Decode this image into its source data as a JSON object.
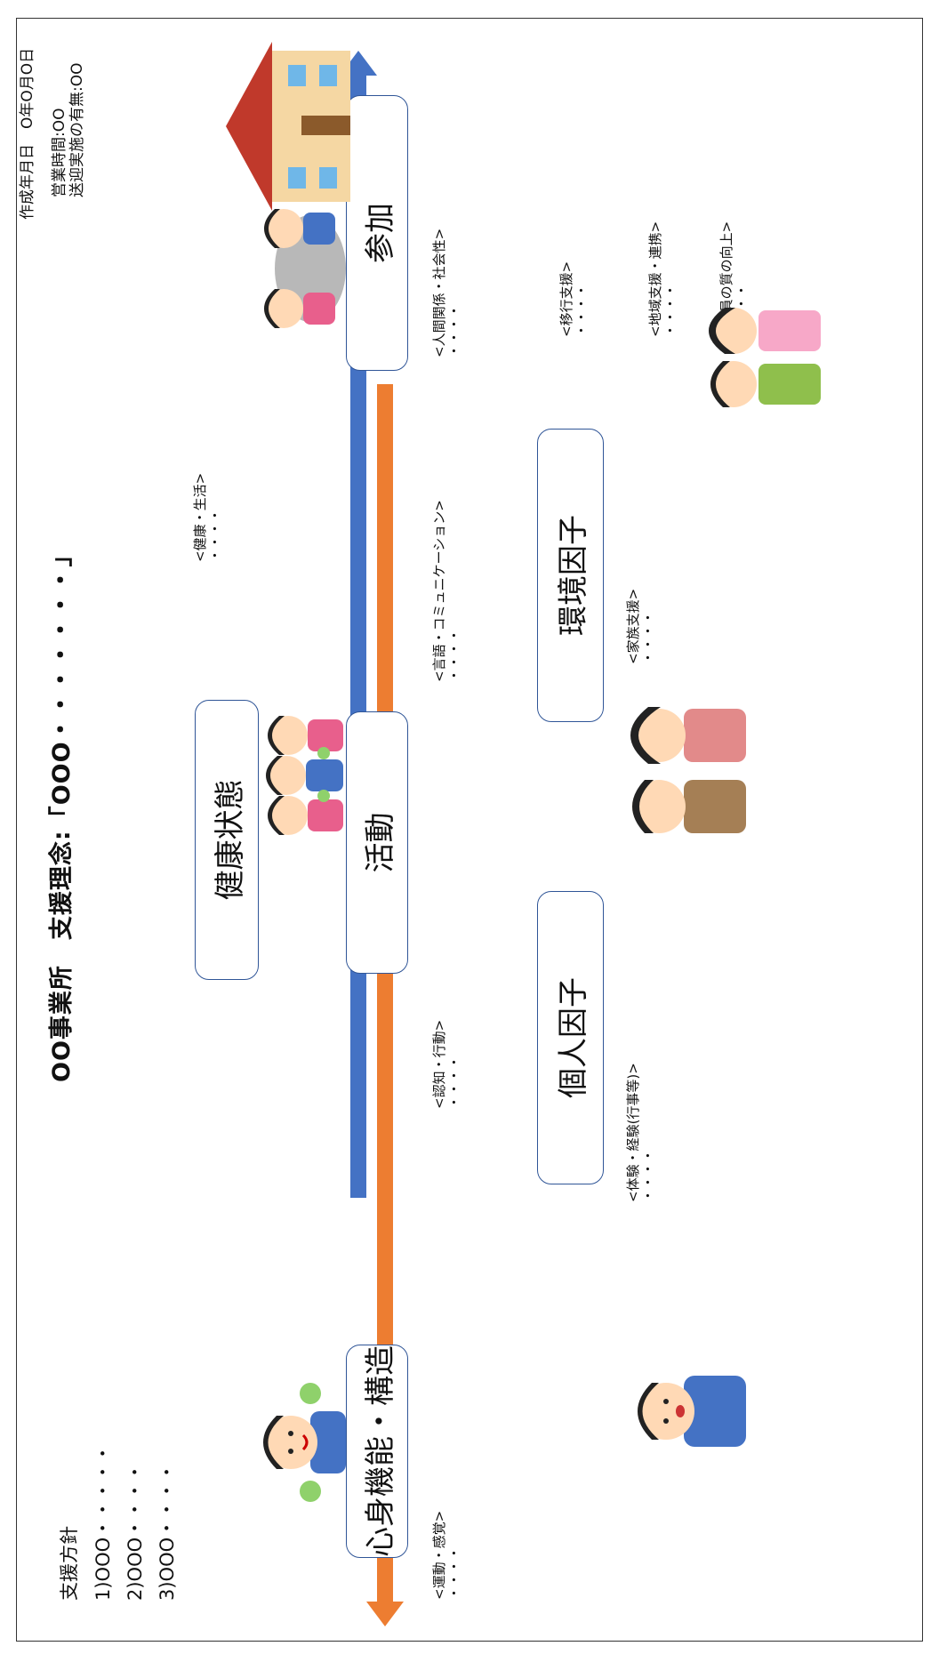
{
  "header": {
    "title": "OO事業所　支援理念:「OOO・・・・・・・」",
    "created": "作成年月日　O年O月O日",
    "hours": "営業時間:OO",
    "transport": "送迎実施の有無:OO"
  },
  "policy": {
    "heading": "支援方針",
    "items": [
      "1)OOO・・・・・",
      "2)OOO・・・・",
      "3)OOO・・・・"
    ]
  },
  "boxes": {
    "body": "心身機能・構造",
    "activity": "活動",
    "participation": "参加",
    "health": "健康状態",
    "personal": "個人因子",
    "environment": "環境因子"
  },
  "categories": {
    "motor": {
      "label": "<運動・感覚>",
      "dots": "・・・・"
    },
    "cognition": {
      "label": "<認知・行動>",
      "dots": "・・・・"
    },
    "language": {
      "label": "<言語・コミュニケーション>",
      "dots": "・・・・"
    },
    "social": {
      "label": "<人間関係・社会性>",
      "dots": "・・・・"
    },
    "health": {
      "label": "<健康・生活>",
      "dots": "・・・・"
    },
    "experience": {
      "label": "<体験・経験(行事等)>",
      "dots": "・・・・"
    },
    "family": {
      "label": "<家族支援>",
      "dots": "・・・・"
    },
    "transition": {
      "label": "<移行支援>",
      "dots": "・・・・"
    },
    "community": {
      "label": "<地域支援・連携>",
      "dots": "・・・・"
    },
    "staff": {
      "label": "<職員の質の向上>",
      "dots": "・・・・"
    }
  },
  "colors": {
    "arrow_blue": "#4472c4",
    "arrow_orange": "#ed7d31",
    "box_border": "#2f5597"
  },
  "icons": [
    "child-icon",
    "children-group-icon",
    "playground-children-icon",
    "school-building-icon",
    "parents-icon",
    "staff-icon"
  ]
}
